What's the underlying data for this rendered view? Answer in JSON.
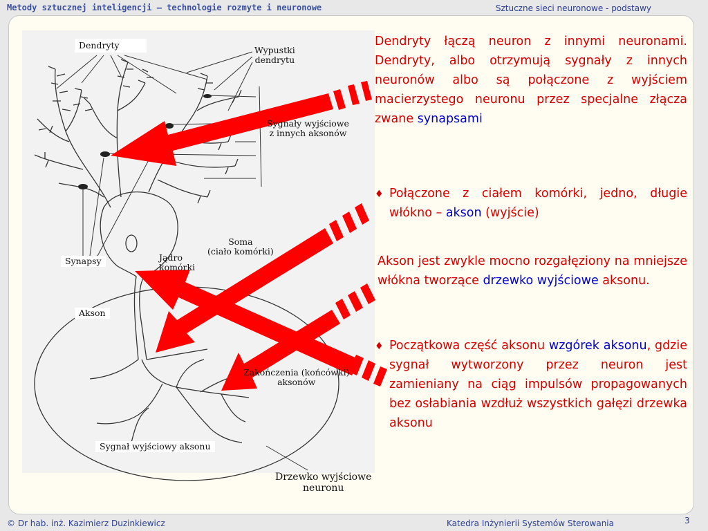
{
  "header": {
    "left": "Metody sztucznej inteligencji – technologie rozmyte i neuronowe",
    "right": "Sztuczne sieci neuronowe - podstawy"
  },
  "figure": {
    "labels": {
      "dendryty": "Dendryty",
      "wypustki": [
        "Wypustki",
        "dendrytu"
      ],
      "sygnaly": [
        "Sygnały wyjściowe",
        "z innych aksonów"
      ],
      "soma": [
        "Soma",
        "(ciało komórki)"
      ],
      "jadro": [
        "Jądro",
        "komórki"
      ],
      "synapsy": "Synapsy",
      "akson": "Akson",
      "zakonczenia": [
        "Zakończenia (końcówki)",
        "aksonów"
      ],
      "sygnal_wyjsciowy": "Sygnał wyjściowy aksonu",
      "drzewko": [
        "Drzewko wyjściowe",
        "neuronu"
      ]
    }
  },
  "text": {
    "block1": {
      "part1": "Dendryty łączą neuron z innymi neuronami. Dendryty, albo otrzymują sygnały z innych neuronów albo są połączone z wyjściem macierzystego neuronu przez specjalne złącza zwane ",
      "term": "synapsami"
    },
    "block2": {
      "bullet": "♦",
      "part1": "Połączone z ciałem komórki, jedno, długie włókno – ",
      "term": "akson",
      "part2": " (wyjście)"
    },
    "block3": {
      "part1": "Akson jest zwykle mocno rozgałęziony na mniejsze włókna tworzące ",
      "term": "drzewko wyjściowe",
      "part2": " aksonu."
    },
    "block4": {
      "bullet": "♦",
      "part1": "Początkowa część aksonu ",
      "term": "wzgórek aksonu",
      "part2": ", gdzie sygnał wytworzony przez neuron jest zamieniany na ciąg impulsów propagowanych bez osłabiania wzdłuż wszystkich gałęzi drzewka aksonu"
    }
  },
  "footer": {
    "left": "© Dr hab. inż. Kazimierz Duzinkiewicz",
    "right": "Katedra Inżynierii Systemów Sterowania",
    "page": "3"
  },
  "colors": {
    "arrow_red": "#ff0000",
    "text_red": "#d40000",
    "term_blue": "#0000cc"
  }
}
